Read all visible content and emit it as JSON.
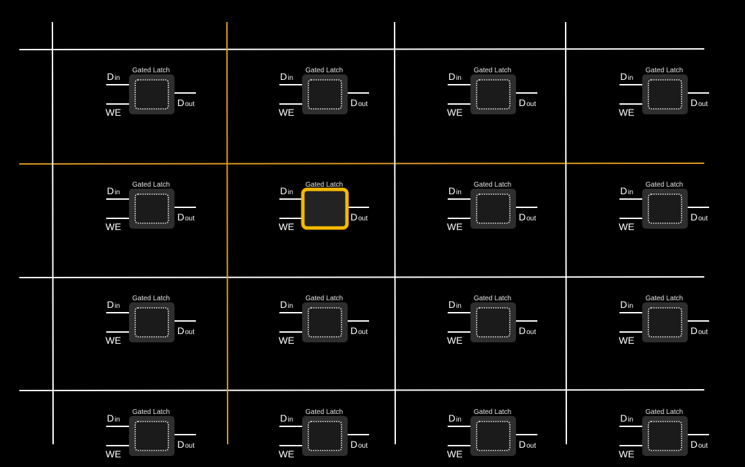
{
  "diagram": {
    "rows": 4,
    "cols": 4,
    "selected": {
      "row": 1,
      "col": 1
    },
    "cell_label": "Gated Latch",
    "input_data_label": "D",
    "input_data_sub": "in",
    "write_enable_label": "WE",
    "output_data_label": "D",
    "output_data_sub": "out"
  },
  "colors": {
    "background": "#000000",
    "grid_line": "#ffffff",
    "selected_line": "#e39a1e",
    "latch_body": "#2e2e2e",
    "latch_inner": "#1b1b1b",
    "latch_dotted": "#ffffff",
    "selected_border": "#f6b900",
    "selected_inner": "#232323",
    "wire": "#ffffff"
  }
}
